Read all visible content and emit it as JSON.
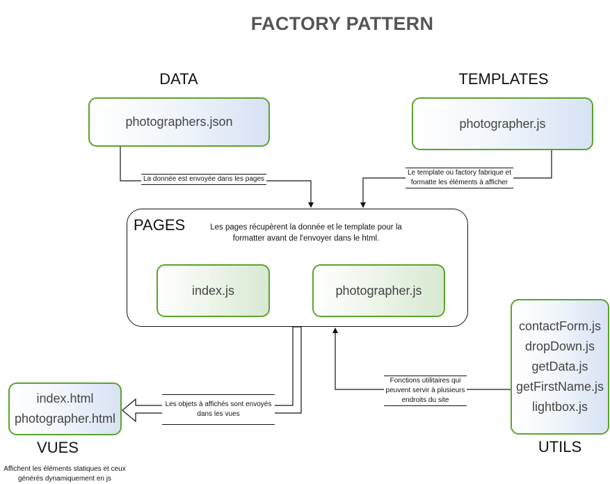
{
  "title": "FACTORY PATTERN",
  "sections": {
    "data": {
      "label": "DATA",
      "files": [
        "photographers.json"
      ]
    },
    "templates": {
      "label": "TEMPLATES",
      "files": [
        "photographer.js"
      ]
    },
    "pages": {
      "label": "PAGES",
      "description": "Les pages récupèrent la donnée et le template pour la formatter avant de l'envoyer dans le html.",
      "files": [
        "index.js",
        "photographer.js"
      ]
    },
    "vues": {
      "label": "VUES",
      "files": [
        "index.html",
        "photographer.html"
      ],
      "note": "Affichent les éléments statiques et ceux générés dynamiquement en js"
    },
    "utils": {
      "label": "UTILS",
      "files": [
        "contactForm.js",
        "dropDown.js",
        "getData.js",
        "getFirstName.js",
        "lightbox.js"
      ]
    }
  },
  "edges": {
    "data_to_pages": "La donnée est envoyée dans les pages",
    "templates_to_pages": "Le template ou factory fabrique et formatte les éléments à afficher",
    "pages_to_vues": "Les objets à affichés sont envoyés dans les vues",
    "utils_to_pages": "Fonctions utilitaires qui peuvent servir à plusieurs endroits du site"
  },
  "colors": {
    "box_border": "#5aa32a",
    "title": "#555555",
    "box_text": "#444444",
    "blue_fill": "#d7e2f4",
    "green_fill": "#d7e9d1"
  }
}
